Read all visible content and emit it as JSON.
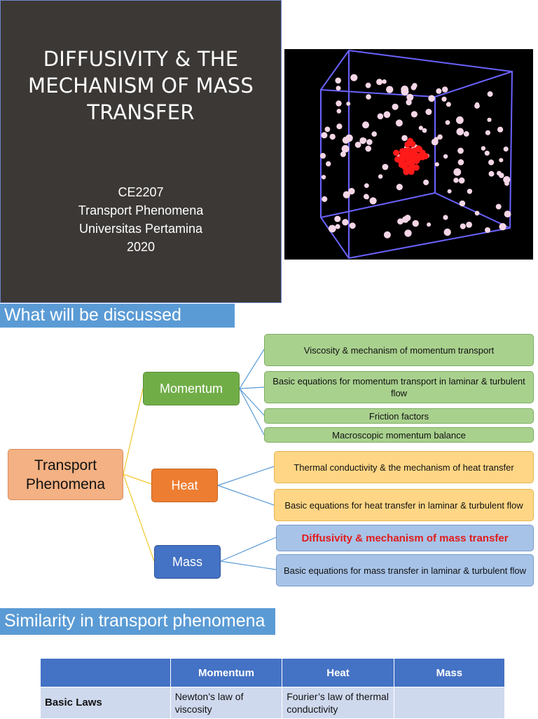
{
  "title_slide": {
    "title": "DIFFUSIVITY & THE MECHANISM OF MASS TRANSFER",
    "course_code": "CE2207",
    "course_name": "Transport Phenomena",
    "university": "Universitas Pertamina",
    "year": "2020"
  },
  "section1": {
    "heading": "What will be discussed"
  },
  "mindmap": {
    "root": "Transport Phenomena",
    "momentum": {
      "label": "Momentum",
      "items": [
        "Viscosity & mechanism of momentum transport",
        "Basic equations for momentum transport in laminar & turbulent flow",
        "Friction factors",
        "Macroscopic momentum balance"
      ]
    },
    "heat": {
      "label": "Heat",
      "items": [
        "Thermal conductivity & the mechanism of heat transfer",
        "Basic equations for heat transfer in laminar & turbulent flow"
      ]
    },
    "mass": {
      "label": "Mass",
      "items": [
        "Diffusivity & mechanism of mass transfer",
        "Basic equations for mass transfer in laminar & turbulent flow"
      ]
    },
    "colors": {
      "momentum": "#70ad47",
      "heat": "#ed7d31",
      "mass": "#4472c4",
      "highlight": "#e31c1c"
    }
  },
  "section2": {
    "heading": "Similarity in transport phenomena"
  },
  "table": {
    "headers": [
      "",
      "Momentum",
      "Heat",
      "Mass"
    ],
    "rows": [
      {
        "label": "Basic Laws",
        "cells": [
          "Newton’s law of viscosity",
          "Fourier’s law of thermal conductivity",
          ""
        ]
      }
    ]
  }
}
